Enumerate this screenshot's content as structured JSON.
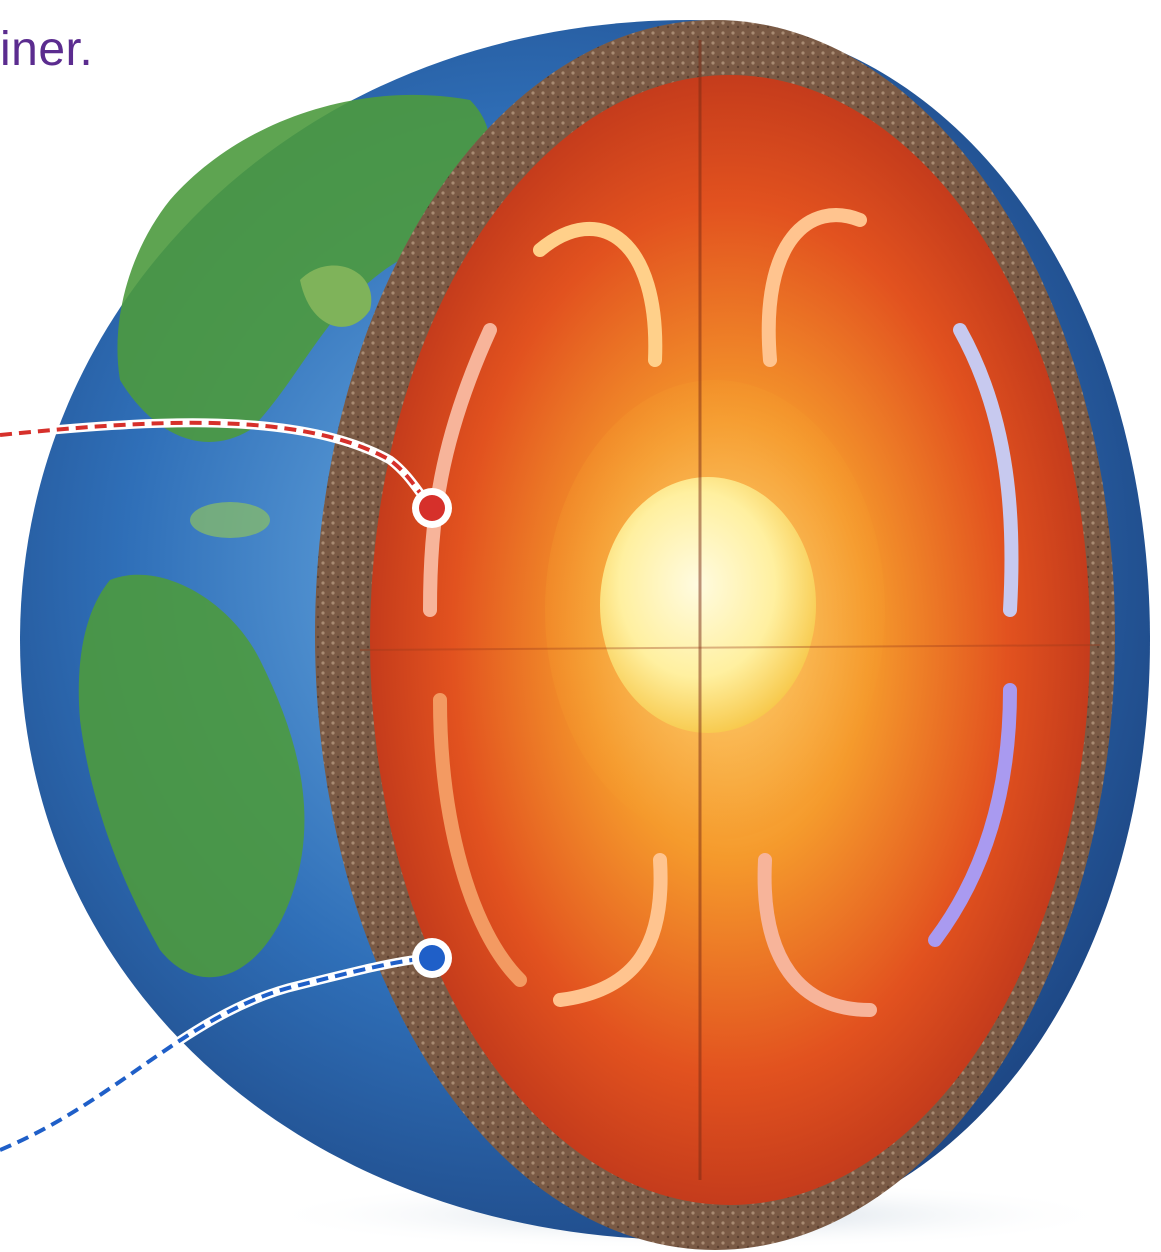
{
  "title_fragment": "iner.",
  "colors": {
    "title": "#5b2c8f",
    "crust": "#7a5a45",
    "mantle": "#e2521f",
    "outer_core": "#f59a2c",
    "inner_core": "#fff2a8",
    "ocean": "#2f6fb8",
    "land": "#4d9a3e",
    "callout_red": "#d6302b",
    "callout_blue": "#1f5fc8"
  },
  "callouts": [
    {
      "id": "mantle",
      "marker": "red-dot"
    },
    {
      "id": "crust",
      "marker": "blue-dot"
    }
  ],
  "arrows": {
    "count": 8,
    "meaning": "convection-currents"
  }
}
